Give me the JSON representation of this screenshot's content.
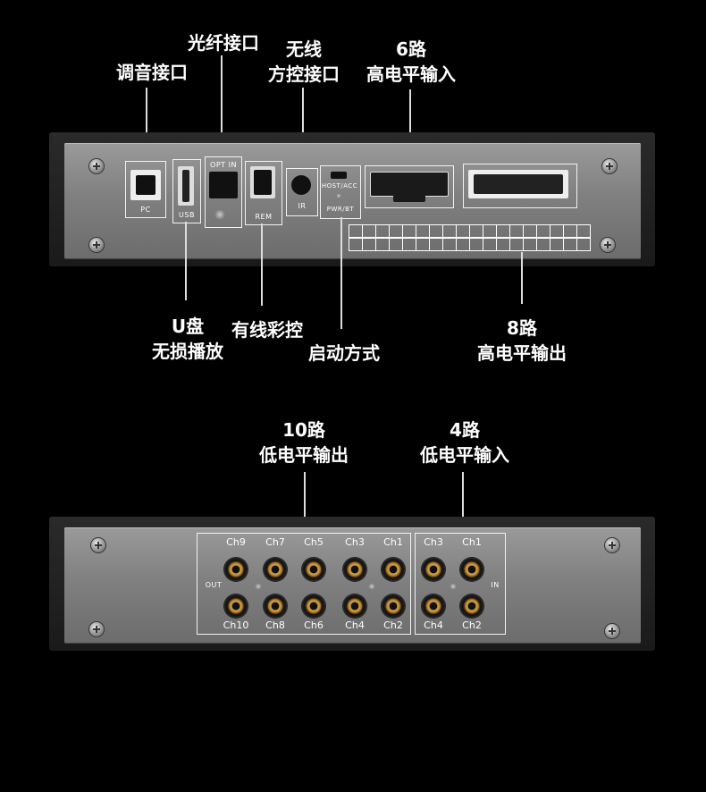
{
  "top_callouts": {
    "tuning_port": "调音接口",
    "optical_port": "光纤接口",
    "wireless_control": [
      "无线",
      "方控接口"
    ],
    "high_level_in_6": [
      "6路",
      "高电平输入"
    ],
    "usb_lossless": [
      "U盘",
      "无损播放"
    ],
    "wired_color_control": "有线彩控",
    "start_mode": "启动方式",
    "high_level_out_8": [
      "8路",
      "高电平输出"
    ]
  },
  "top_panel_labels": {
    "pc": "PC",
    "usb": "USB",
    "opt_in": "OPT IN",
    "rem": "REM",
    "ir": "IR",
    "host_acc": "HOST/ACC",
    "pwr_bt": "PWR/BT"
  },
  "bottom_callouts": {
    "low_level_out_10": [
      "10路",
      "低电平输出"
    ],
    "low_level_in_4": [
      "4路",
      "低电平输入"
    ]
  },
  "bottom_panel": {
    "out_label": "OUT",
    "in_label": "IN",
    "out_top": [
      "Ch9",
      "Ch7",
      "Ch5",
      "Ch3",
      "Ch1"
    ],
    "out_bottom": [
      "Ch10",
      "Ch8",
      "Ch6",
      "Ch4",
      "Ch2"
    ],
    "in_top": [
      "Ch3",
      "Ch1"
    ],
    "in_bottom": [
      "Ch4",
      "Ch2"
    ]
  }
}
